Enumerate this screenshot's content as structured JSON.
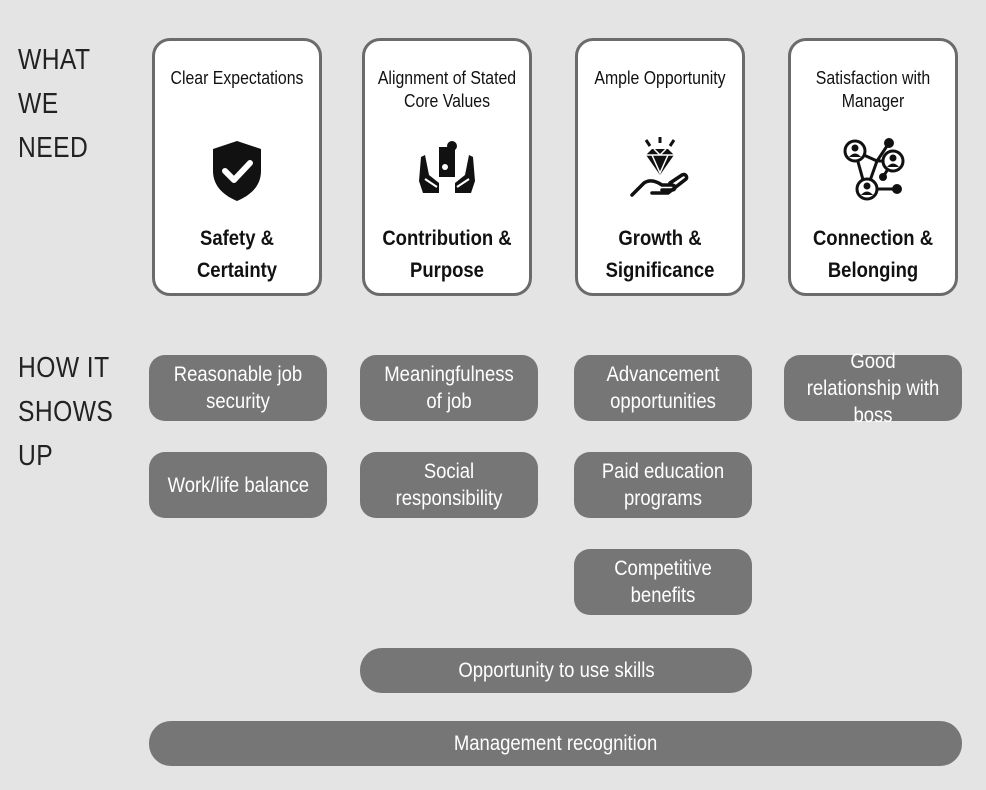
{
  "row_labels": {
    "need": [
      "WHAT",
      "WE",
      "NEED"
    ],
    "shows": [
      "HOW IT",
      "SHOWS",
      "UP"
    ]
  },
  "cards": [
    {
      "top": "Clear Expectations",
      "bottom": "Safety & Certainty",
      "icon": "shield-check-icon"
    },
    {
      "top": "Alignment of Stated Core Values",
      "bottom": "Contribution & Purpose",
      "icon": "hands-puzzle-icon"
    },
    {
      "top": "Ample Opportunity",
      "bottom": "Growth & Significance",
      "icon": "hand-diamond-icon"
    },
    {
      "top": "Satisfaction with Manager",
      "bottom": "Connection & Belonging",
      "icon": "people-network-icon"
    }
  ],
  "pills": {
    "job_security": "Reasonable job security",
    "work_life": "Work/life balance",
    "meaningfulness": "Meaningfulness of job",
    "social": "Social responsibility",
    "advancement": "Advancement opportunities",
    "education": "Paid education programs",
    "benefits": "Competitive benefits",
    "boss": "Good relationship with boss",
    "skills": "Opportunity to use skills",
    "recognition": "Management recognition"
  },
  "colors": {
    "background": "#e4e4e4",
    "pill": "#767676",
    "card_border": "#6b6b6b",
    "icon": "#111111"
  }
}
